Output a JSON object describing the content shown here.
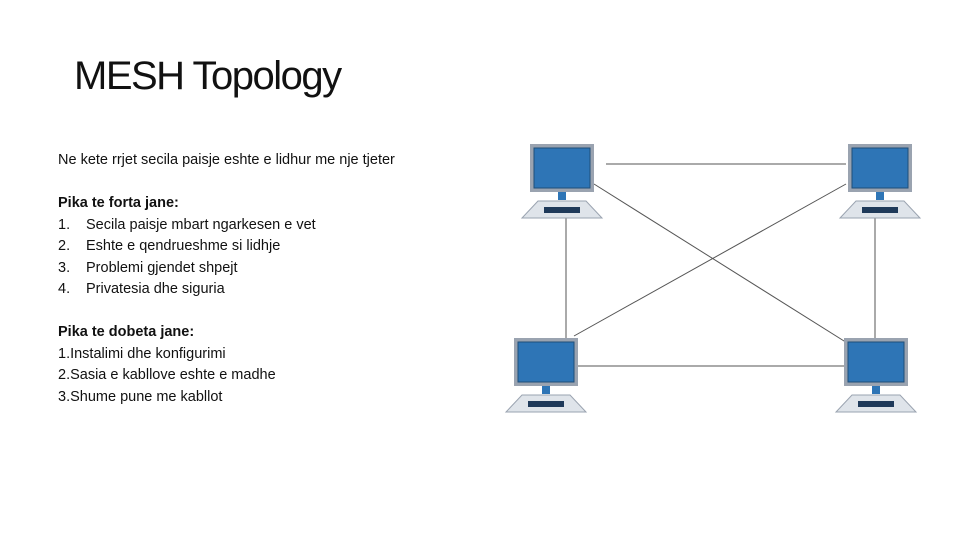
{
  "title": "MESH Topology",
  "intro": "Ne kete rrjet secila paisje eshte e lidhur me nje tjeter",
  "strengths": {
    "heading": "Pika te forta jane:",
    "items": [
      {
        "num": "1.",
        "text": "Secila paisje mbart ngarkesen e vet"
      },
      {
        "num": "2.",
        "text": "Eshte e qendrueshme si lidhje"
      },
      {
        "num": "3.",
        "text": "Problemi gjendet shpejt"
      },
      {
        "num": "4.",
        "text": "Privatesia dhe siguria"
      }
    ]
  },
  "weaknesses": {
    "heading": "Pika te dobeta jane:",
    "items": [
      "1.Instalimi dhe konfigurimi",
      "2.Sasia e kabllove eshte e madhe",
      "3.Shume pune me kabllot"
    ]
  },
  "diagram": {
    "nodes": [
      "computer-top-left",
      "computer-top-right",
      "computer-bottom-left",
      "computer-bottom-right"
    ],
    "links": [
      [
        "computer-top-left",
        "computer-top-right"
      ],
      [
        "computer-top-left",
        "computer-bottom-left"
      ],
      [
        "computer-top-left",
        "computer-bottom-right"
      ],
      [
        "computer-top-right",
        "computer-bottom-left"
      ],
      [
        "computer-top-right",
        "computer-bottom-right"
      ],
      [
        "computer-bottom-left",
        "computer-bottom-right"
      ]
    ],
    "colors": {
      "screen": "#2e75b6",
      "screen_border": "#1f4e79",
      "frame": "#9aa3b0",
      "base": "#dfe4ea",
      "link": "#555555"
    }
  }
}
